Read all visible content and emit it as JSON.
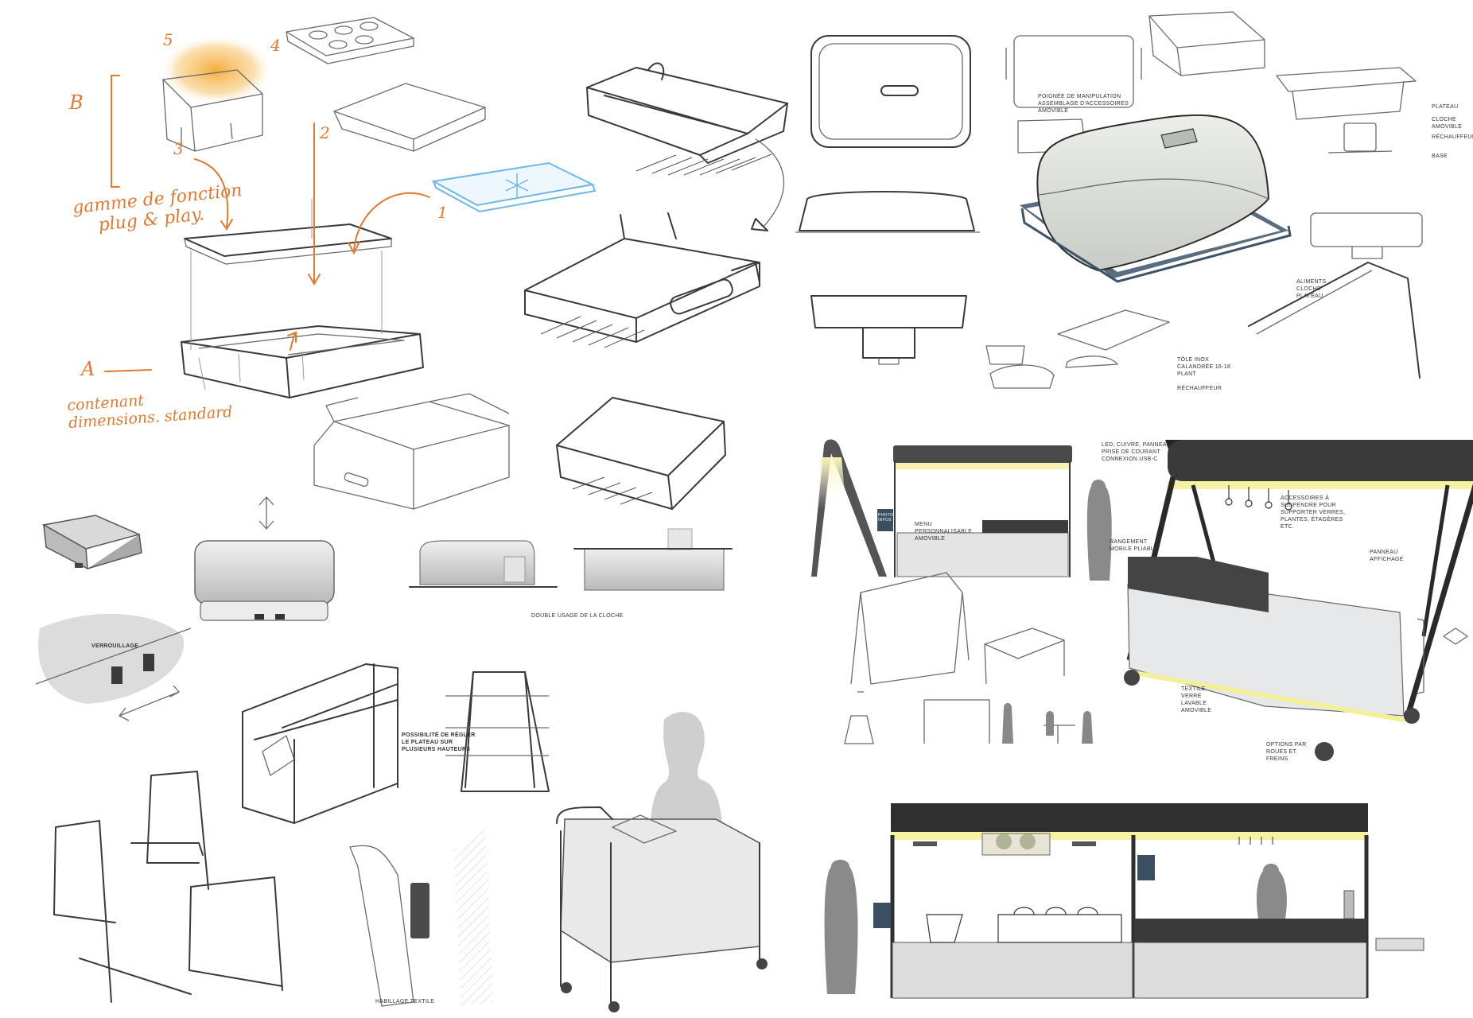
{
  "palette": {
    "ink": "#3a3a3a",
    "accent_orange": "#e07a32",
    "ice_blue": "#6fb6e8",
    "dome_grey": "#d9dcd6",
    "tray_blue": "#3d5468",
    "lamp_glow": "#f6ef9a",
    "figure_grey": "#8a8a8a"
  },
  "markers": {
    "b": "B",
    "a": "A",
    "m1": "1",
    "m2": "2",
    "m3": "3",
    "m4": "4",
    "m5": "5"
  },
  "notes": {
    "gamme_line1": "gamme de fonction",
    "gamme_line2": "plug & play.",
    "contenant_line1": "contenant",
    "contenant_line2": "dimensions. standard"
  },
  "captions": {
    "verrouillage": "VERROUILLAGE",
    "double_usage": "DOUBLE USAGE DE LA CLOCHE",
    "reglage": "POSSIBILITÉ DE RÉGLER\nLE PLATEAU SUR\nPLUSIEURS HAUTEURS",
    "habillage": "HABILLAGE TEXTILE",
    "poignee": "POIGNÉE DE MANIPULATION\nASSEMBLAGE D'ACCESSOIRES\nAMOVIBLE",
    "plateau": "PLATEAU",
    "cloche": "CLOCHE\nAMOVIBLE",
    "rechauffeur": "RÉCHAUFFEUR",
    "base": "BASE",
    "aliments": "ALIMENTS\nCLOCHE\nPLATEAU",
    "tole": "TÔLE INOX\nCALANDRÉE 16-18\nPLANT\n\nRÉCHAUFFEUR",
    "led": "LED, CUIVRE, PANNEAU\nPRISE DE COURANT\nCONNEXION USB-C",
    "accessoires": "ACCESSOIRES À\nSUSPENDRE POUR\nSUPPORTER VERRES,\nPLANTES, ÉTAGÈRES\nETC.",
    "panneau": "PANNEAU\nAFFICHAGE",
    "rangement": "RANGEMENT\nMOBILE PLIABLE",
    "textile": "TEXTILE\nVERRE\nLAVABLE\nAMOVIBLE",
    "options": "OPTIONS PAR\nROUES ET\nFREINS",
    "menu": "MENU\nPERSONNALISABLE\nAMOVIBLE",
    "fiche": "PHOTO\nINFOS"
  }
}
